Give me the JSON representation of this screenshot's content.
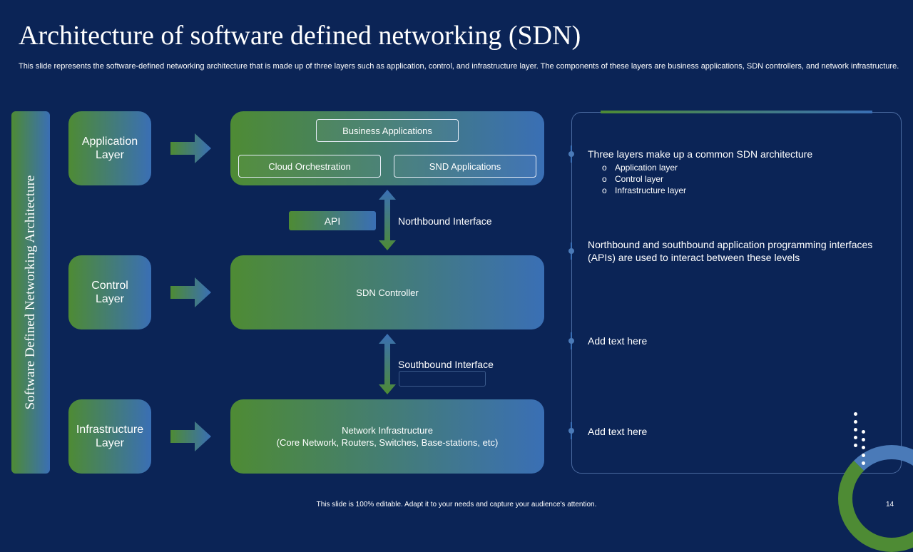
{
  "title": "Architecture of software defined networking (SDN)",
  "subtitle": "This slide represents the software-defined networking architecture that is made up of three layers such as application, control, and infrastructure layer. The components of these layers are business applications, SDN controllers, and network infrastructure.",
  "side_label": "Software Defined Networking Architecture",
  "layers": {
    "application": {
      "line1": "Application",
      "line2": "Layer"
    },
    "control": {
      "line1": "Control",
      "line2": "Layer"
    },
    "infrastructure": {
      "line1": "Infrastructure",
      "line2": "Layer"
    }
  },
  "application_box": {
    "business": "Business Applications",
    "cloud": "Cloud Orchestration",
    "snd": "SND Applications"
  },
  "api_label": "API",
  "northbound": "Northbound Interface",
  "controller": "SDN Controller",
  "southbound": "Southbound Interface",
  "network": {
    "line1": "Network Infrastructure",
    "line2": "(Core Network, Routers, Switches, Base-stations, etc)"
  },
  "panel": {
    "point1": "Three layers make up a common SDN architecture",
    "sub_items": [
      "Application layer",
      "Control layer",
      "Infrastructure  layer"
    ],
    "sub_bullet": "o",
    "point2": "Northbound and southbound application programming interfaces (APIs) are used to interact between these levels",
    "point3": "Add text here",
    "point4": "Add text here"
  },
  "footer": "This slide is 100% editable. Adapt it to your needs and capture your audience's attention.",
  "page_number": "14",
  "colors": {
    "background": "#0b2456",
    "gradient_green": "#4e8b34",
    "gradient_blue": "#3a6fb5",
    "text": "#ffffff"
  }
}
